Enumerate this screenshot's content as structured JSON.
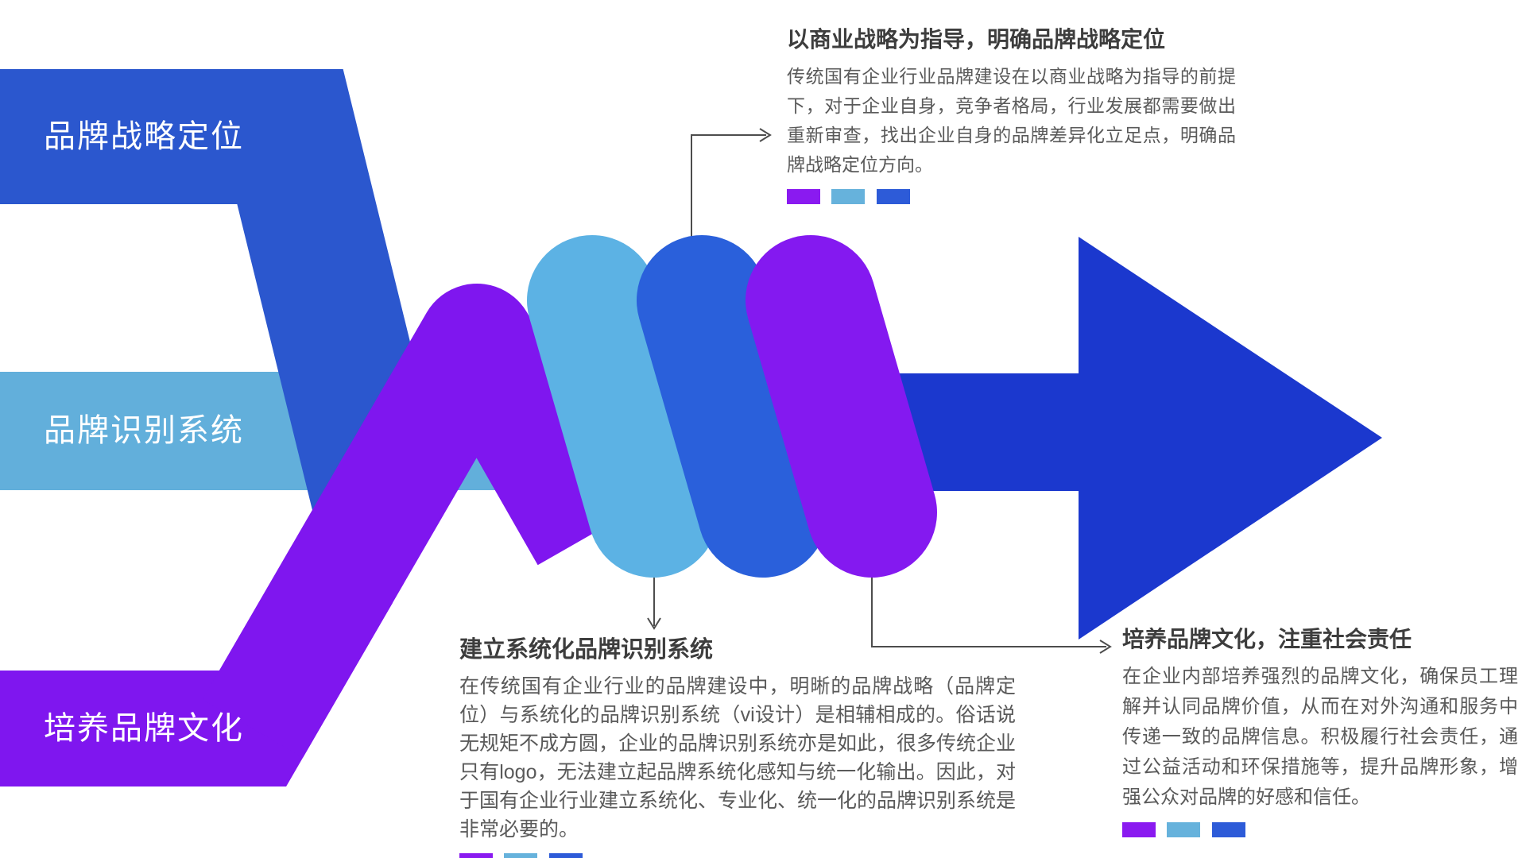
{
  "ribbons": [
    {
      "id": "strategy",
      "label": "品牌战略定位"
    },
    {
      "id": "identity",
      "label": "品牌识别系统"
    },
    {
      "id": "culture",
      "label": "培养品牌文化"
    }
  ],
  "annotations": [
    {
      "id": "strategy",
      "title": "以商业战略为指导，明确品牌战略定位",
      "body": "传统国有企业行业品牌建设在以商业战略为指导的前提下，对于企业自身，竞争者格局，行业发展都需要做出重新审查，找出企业自身的品牌差异化立足点，明确品牌战略定位方向。"
    },
    {
      "id": "identity",
      "title": "建立系统化品牌识别系统",
      "body": "在传统国有企业行业的品牌建设中，明晰的品牌战略（品牌定位）与系统化的品牌识别系统（vi设计）是相辅相成的。俗话说无规矩不成方圆，企业的品牌识别系统亦是如此，很多传统企业只有logo，无法建立起品牌系统化感知与统一化输出。因此，对于国有企业行业建立系统化、专业化、统一化的品牌识别系统是非常必要的。"
    },
    {
      "id": "culture",
      "title": "培养品牌文化，注重社会责任",
      "body": "在企业内部培养强烈的品牌文化，确保员工理解并认同品牌价值，从而在对外沟通和服务中传递一致的品牌信息。积极履行社会责任，通过公益活动和环保措施等，提升品牌形象，增强公众对品牌的好感和信任。"
    }
  ],
  "colors": {
    "blue_ribbon": "#2B57CE",
    "light_blue_ribbon": "#62AFDB",
    "purple_ribbon": "#7F16EF",
    "capsule_light_blue": "#5CB2E4",
    "capsule_blue": "#2A60DB",
    "capsule_purple": "#8419F0",
    "arrow": "#1B38CE",
    "connector": "#4d4d4d",
    "swatch_purple": "#8A1AF0",
    "swatch_light_blue": "#66B2DC",
    "swatch_blue": "#2D5BD8",
    "label_text": "#FFFFFF"
  }
}
